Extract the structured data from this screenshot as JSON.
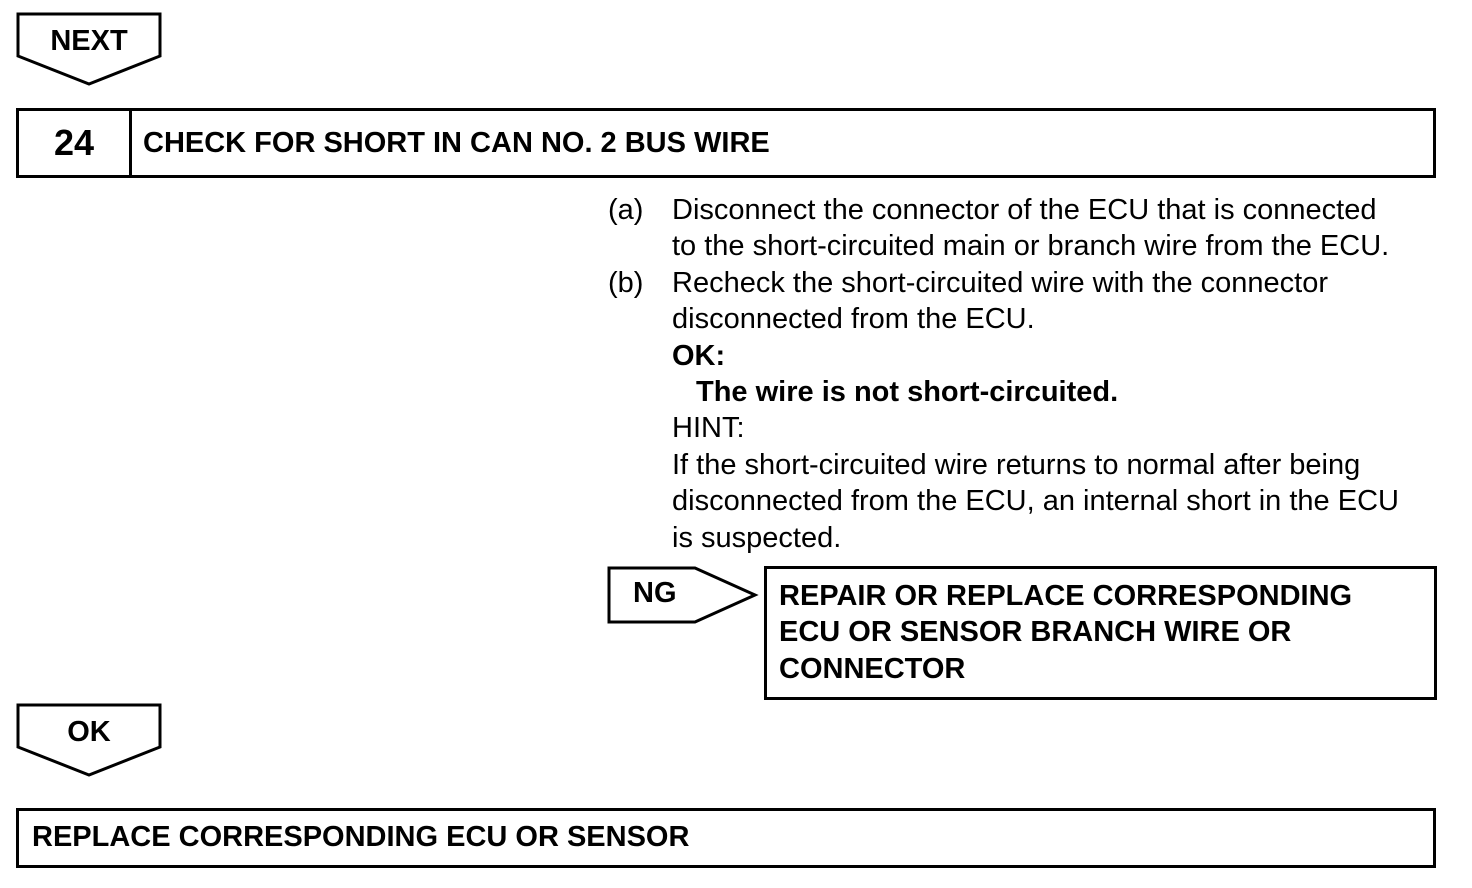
{
  "next_tag": {
    "label": "NEXT"
  },
  "step": {
    "number": "24",
    "title": "CHECK FOR SHORT IN CAN NO. 2 BUS WIRE"
  },
  "procedure": {
    "a": {
      "label": "(a)",
      "line1": "Disconnect the connector of the ECU that is connected",
      "line2": "to the short-circuited main or branch wire from the ECU."
    },
    "b": {
      "label": "(b)",
      "line1": "Recheck the short-circuited wire with the connector",
      "line2": "disconnected from the ECU."
    },
    "ok_heading": "OK:",
    "ok_condition": "The wire is not short-circuited.",
    "hint_heading": "HINT:",
    "hint_lines": [
      "If the short-circuited wire returns to normal after being",
      "disconnected from the ECU, an internal short in the ECU",
      "is suspected."
    ]
  },
  "ng_branch": {
    "tag": "NG",
    "result_lines": [
      "REPAIR OR REPLACE CORRESPONDING",
      "ECU OR SENSOR BRANCH WIRE OR",
      "CONNECTOR"
    ]
  },
  "ok_tag": {
    "label": "OK"
  },
  "final_action": "REPLACE CORRESPONDING ECU OR SENSOR"
}
